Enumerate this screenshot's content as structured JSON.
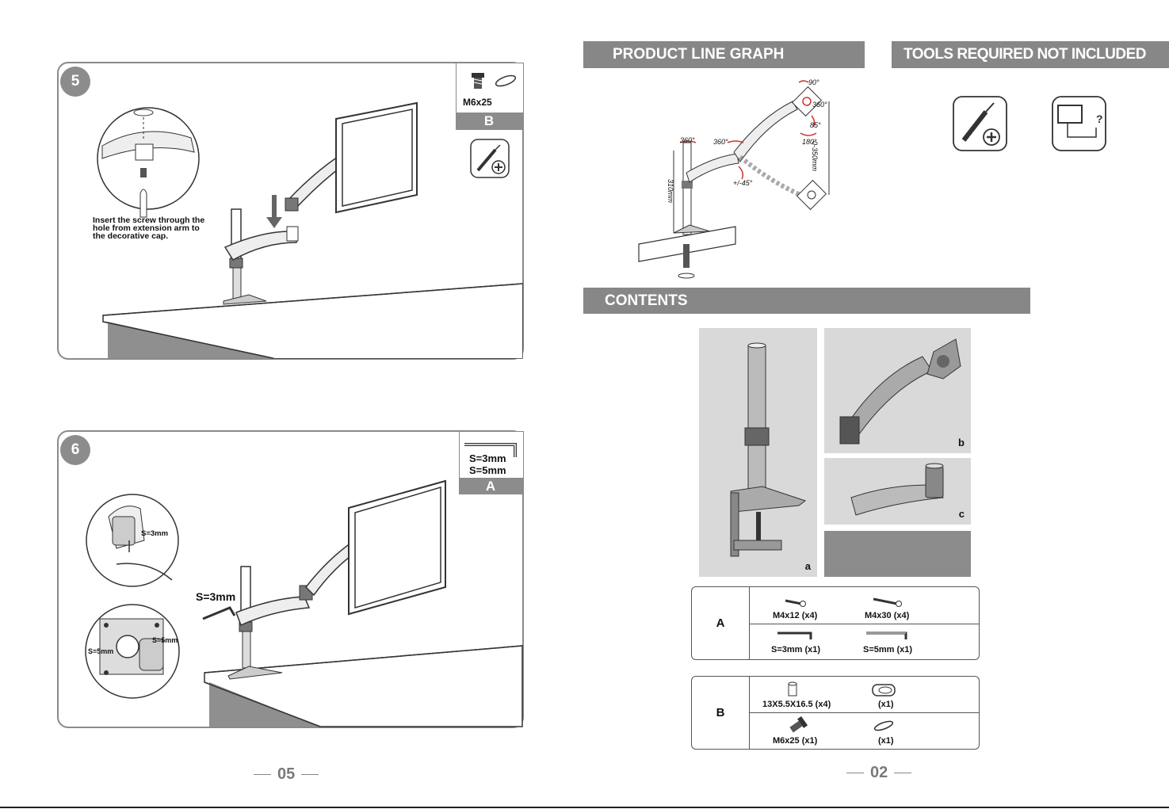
{
  "left_page": {
    "step5": {
      "number": "5",
      "part_size": "M6x25",
      "part_letter": "B",
      "instruction": [
        "Insert the screw through the",
        "hole from extension arm to",
        "the decorative cap."
      ]
    },
    "step6": {
      "number": "6",
      "wrench_sizes": [
        "S=3mm",
        "S=5mm"
      ],
      "part_letter": "A",
      "callout_s3": "S=3mm",
      "callout_s5": "S=5mm",
      "main_label": "S=3mm"
    },
    "page_number": "05"
  },
  "right_page": {
    "product_line_header": "PRODUCT LINE GRAPH",
    "tools_header": "TOOLS REQUIRED NOT INCLUDED",
    "graph_labels": {
      "a90": "90°",
      "a360_right": "360°",
      "a85": "85°",
      "a180": "180°",
      "range": "0-350mm",
      "a360_left": "360°",
      "a360_mid": "360°",
      "tilt": "+/-45°",
      "height": "310mm"
    },
    "contents_header": "CONTENTS",
    "photo_labels": {
      "a": "a",
      "b": "b",
      "c": "c"
    },
    "table_a": {
      "letter": "A",
      "items": [
        "M4x12 (x4)",
        "M4x30 (x4)",
        "S=3mm (x1)",
        "S=5mm (x1)"
      ]
    },
    "table_b": {
      "letter": "B",
      "items": [
        "13X5.5X16.5 (x4)",
        "(x1)",
        "M6x25 (x1)",
        "(x1)"
      ]
    },
    "page_number": "02"
  },
  "colors": {
    "panel_gray": "#8c8c8c",
    "header_gray": "#878787",
    "photo_bg": "#d9d9d9"
  }
}
